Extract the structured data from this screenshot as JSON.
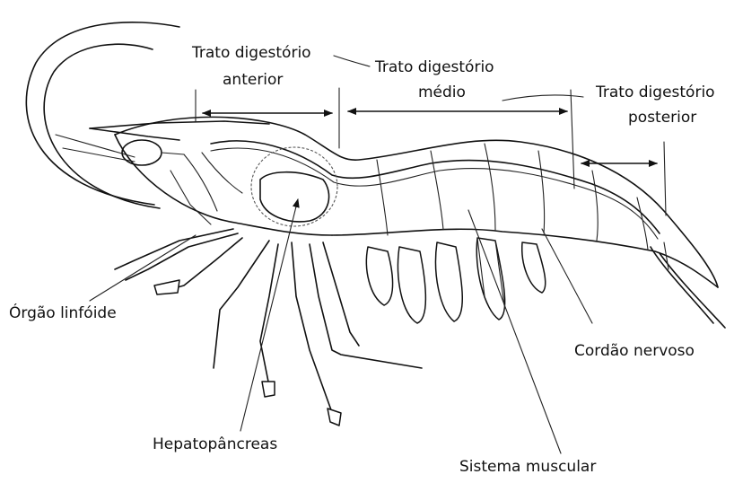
{
  "labels": {
    "anterior_line1": "Trato digestório",
    "anterior_line2": "anterior",
    "medio_line1": "Trato digestório",
    "medio_line2": "médio",
    "posterior_line1": "Trato digestório",
    "posterior_line2": "posterior",
    "orgao_linfoide": "Órgão linfóide",
    "hepatopancreas": "Hepatopâncreas",
    "sistema_muscular": "Sistema muscular",
    "cordao_nervoso": "Cordão nervoso"
  }
}
